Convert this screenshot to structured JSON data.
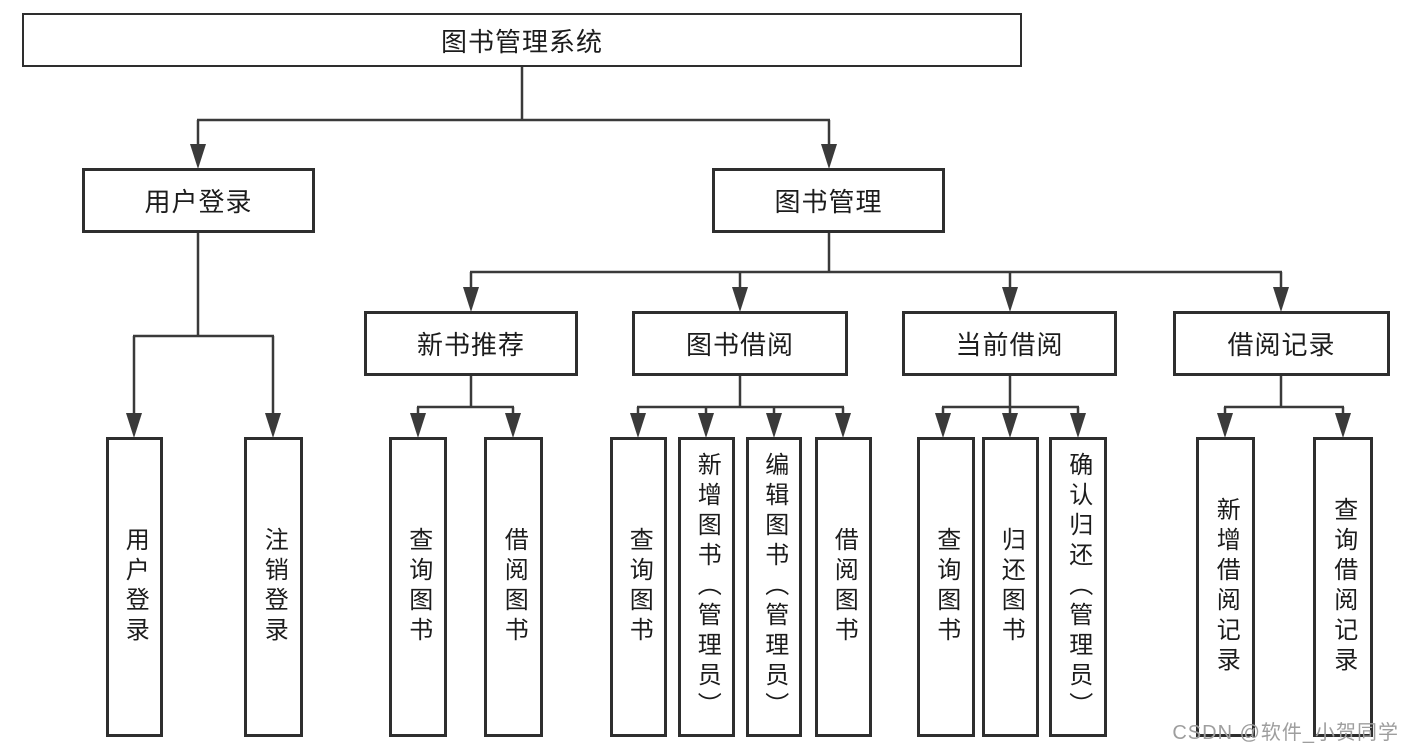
{
  "tree": {
    "root": {
      "label": "图书管理系统"
    },
    "branches": [
      {
        "label": "用户登录",
        "children": [
          {
            "label": "用户登录"
          },
          {
            "label": "注销登录"
          }
        ]
      },
      {
        "label": "图书管理",
        "children": [
          {
            "label": "新书推荐",
            "children": [
              {
                "label": "查询图书"
              },
              {
                "label": "借阅图书"
              }
            ]
          },
          {
            "label": "图书借阅",
            "children": [
              {
                "label": "查询图书"
              },
              {
                "label": "新增图书（管理员）"
              },
              {
                "label": "编辑图书（管理员）"
              },
              {
                "label": "借阅图书"
              }
            ]
          },
          {
            "label": "当前借阅",
            "children": [
              {
                "label": "查询图书"
              },
              {
                "label": "归还图书"
              },
              {
                "label": "确认归还（管理员）"
              }
            ]
          },
          {
            "label": "借阅记录",
            "children": [
              {
                "label": "新增借阅记录"
              },
              {
                "label": "查询借阅记录"
              }
            ]
          }
        ]
      }
    ]
  },
  "watermark": {
    "text": "CSDN @软件_小贺同学"
  },
  "colors": {
    "line": "#3a3a3a",
    "box_border": "#2e2e2e",
    "text": "#1c1c1c",
    "watermark": "#9e9e9e",
    "background": "#ffffff"
  }
}
